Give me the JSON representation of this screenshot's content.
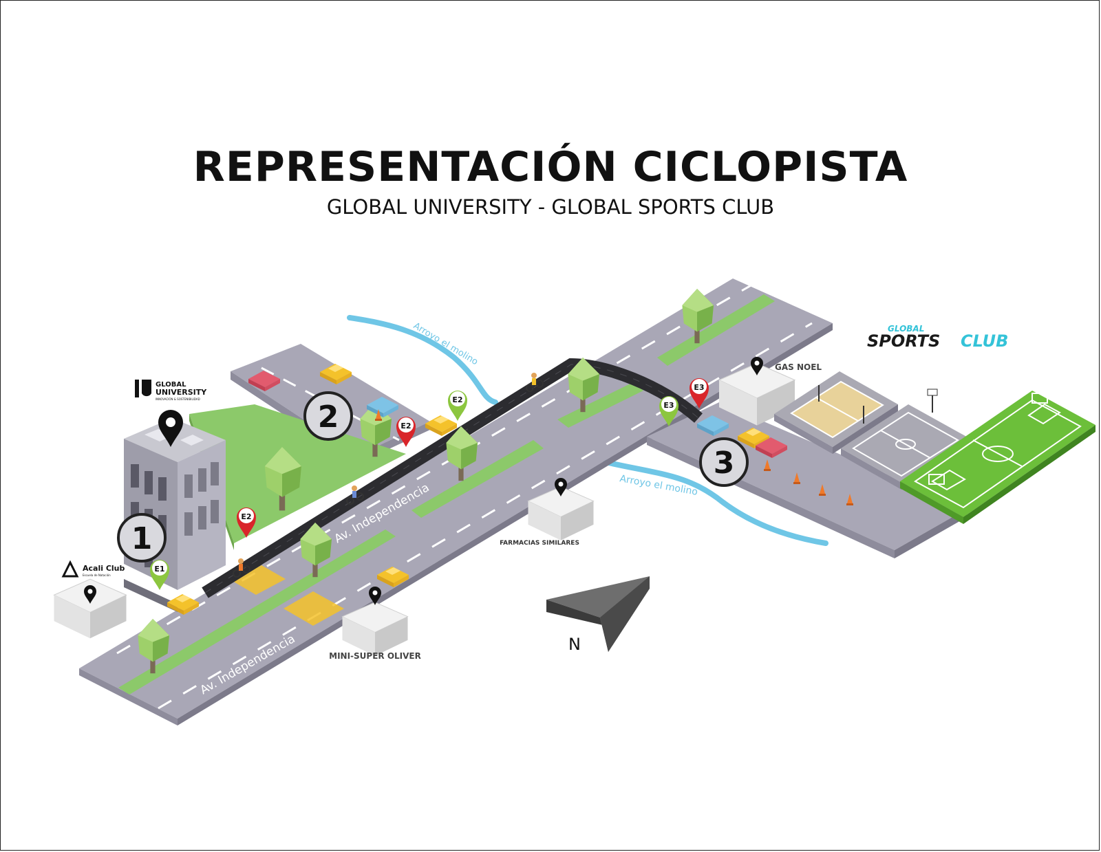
{
  "title": "REPRESENTACIÓN CICLOPISTA",
  "subtitle": "GLOBAL UNIVERSITY - GLOBAL SPORTS CLUB",
  "streets": {
    "avenue_1": "Av. Independencia",
    "avenue_2": "Av. Independencia"
  },
  "river": {
    "label_1": "Arroyo el molino",
    "label_2": "Arroyo el molino"
  },
  "stops": {
    "s1": "1",
    "s2": "2",
    "s3": "3"
  },
  "markers": {
    "e1": "E1",
    "e2_a": "E2",
    "e2_b": "E2",
    "e2_c": "E2",
    "e3_a": "E3",
    "e3_b": "E3"
  },
  "places": {
    "gas_noel": "GAS NOEL",
    "mini_super": "MINI-SUPER OLIVER",
    "farmacias": "FARMACIAS SIMILARES",
    "acali": "Acali Club",
    "acali_sub": "Escuela de Natación"
  },
  "logos": {
    "gu_line1": "GLOBAL",
    "gu_line2": "UNIVERSITY",
    "gu_tag": "INNOVACIÓN & SOSTENIBILIDAD",
    "gsc_top": "GLOBAL",
    "gsc_sports": "SPORTS",
    "gsc_club": "CLUB"
  },
  "compass": "N",
  "colors": {
    "road": "#a9a7b6",
    "road_dark": "#8e8c9c",
    "grass": "#8cc96a",
    "bike_path": "#2c2c30",
    "river": "#6fc6e6",
    "pin_red": "#d9252a",
    "pin_green": "#8cc63f",
    "field": "#6cbf3a",
    "court_sand": "#e8d29a",
    "court_grey": "#aaa9b3",
    "taxi": "#f4c22b"
  }
}
